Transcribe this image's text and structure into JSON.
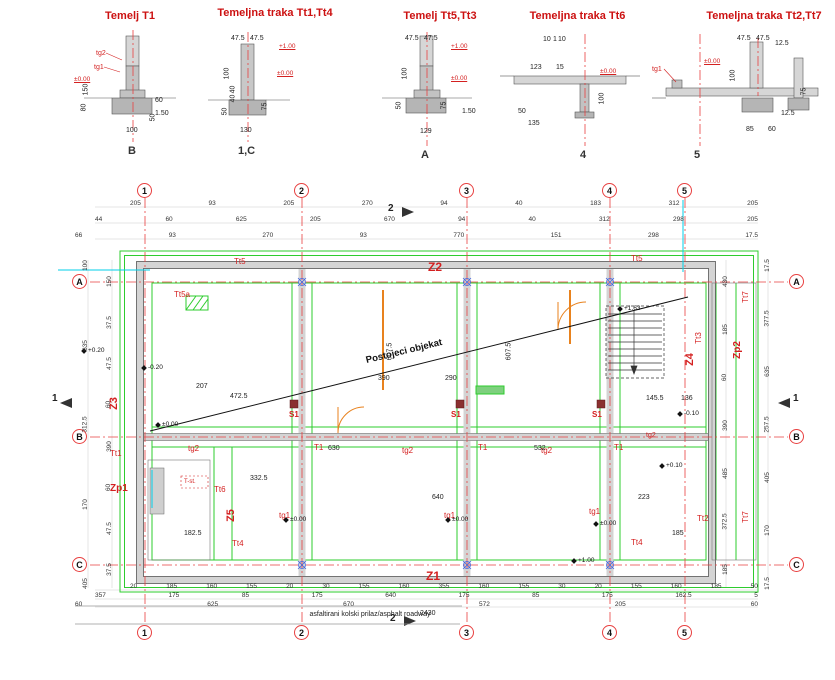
{
  "details": [
    {
      "title": "Temelj T1",
      "marker": "B",
      "tags": [
        "tg2",
        "tg1"
      ],
      "elev": [
        "±0.00"
      ],
      "dims": [
        "150",
        "80",
        "100",
        "50",
        "1.50",
        "60"
      ]
    },
    {
      "title": "Temeljna traka Tt1,Tt4",
      "marker": "1,C",
      "tags": [],
      "elev": [
        "+1.00",
        "±0.00"
      ],
      "dims": [
        "47.5",
        "47.5",
        "100",
        "40",
        "40",
        "75",
        "130",
        "50"
      ]
    },
    {
      "title": "Temelj Tt5,Tt3",
      "marker": "A",
      "tags": [],
      "elev": [
        "+1.00",
        "±0.00"
      ],
      "dims": [
        "47.5",
        "47.5",
        "100",
        "75",
        "50",
        "1.50",
        "129"
      ]
    },
    {
      "title": "Temeljna traka Tt6",
      "marker": "4",
      "tags": [],
      "elev": [
        "±0.00"
      ],
      "dims": [
        "10",
        "1",
        "10",
        "123",
        "15",
        "135",
        "100",
        "50"
      ]
    },
    {
      "title": "Temeljna traka Tt2,Tt7",
      "marker": "5",
      "tags": [
        "tg1"
      ],
      "elev": [
        "±0.00"
      ],
      "dims": [
        "47.5",
        "47.5",
        "12.5",
        "100",
        "85",
        "60",
        "12.5",
        "75"
      ]
    }
  ],
  "grid": {
    "cols": [
      "1",
      "2",
      "3",
      "4",
      "5"
    ],
    "rows": [
      "A",
      "B",
      "C"
    ]
  },
  "zones": {
    "z1": "Z1",
    "z2": "Z2",
    "z3": "Z3",
    "z4": "Z4",
    "z5": "Z5",
    "zp1": "Zp1",
    "zp2": "Zp2"
  },
  "strips": {
    "tt1": "Tt1",
    "tt2": "Tt2",
    "tt3": "Tt3",
    "tt4": "Tt4",
    "tt5": "Tt5",
    "tt5a": "Tt5a",
    "tt6": "Tt6",
    "tt7": "Tt7",
    "t1": "T1",
    "s1": "S1",
    "tg1": "tg1",
    "tg2": "tg2",
    "tst": "T-st."
  },
  "elevations": {
    "p020": "+0.20",
    "m020": "-0.20",
    "pm000": "±0.00",
    "p163": "+1.63",
    "m010": "-0.10",
    "p100": "+1.00",
    "p010": "+0.10"
  },
  "annotations": {
    "existing_building": "Postojeci objekat",
    "road": "asfaltirani kolski prilaz/asphalt roadway",
    "section1": "1",
    "section2": "2"
  },
  "dims": {
    "top1": [
      "205",
      "93",
      "205",
      "270",
      "94",
      "40",
      "183",
      "312",
      "205"
    ],
    "top2": [
      "44",
      "60",
      "625",
      "205",
      "670",
      "94",
      "40",
      "312",
      "298",
      "205"
    ],
    "top3": [
      "66",
      "93",
      "270",
      "93",
      "770",
      "151",
      "298",
      "17.5"
    ],
    "bottom1": [
      "20",
      "185",
      "160",
      "155",
      "20",
      "30",
      "155",
      "160",
      "355",
      "160",
      "155",
      "30",
      "20",
      "155",
      "160",
      "185",
      "50"
    ],
    "bottom2": [
      "357",
      "175",
      "85",
      "175",
      "640",
      "175",
      "85",
      "175",
      "162.5",
      "5"
    ],
    "bottom3": [
      "60",
      "625",
      "670",
      "572",
      "205",
      "60"
    ],
    "total": "2430",
    "left_outer": [
      "100",
      "635",
      "312.5",
      "170",
      "405"
    ],
    "left_inner": [
      "150",
      "37.5",
      "47.5",
      "60",
      "390",
      "60",
      "47.5",
      "37.5"
    ],
    "right_outer": [
      "17.5",
      "377.5",
      "635",
      "257.5",
      "405",
      "170",
      "17.5"
    ],
    "right_inner": [
      "430",
      "185",
      "60",
      "390",
      "485",
      "372.5",
      "185"
    ],
    "inner": [
      "207",
      "472.5",
      "607.5",
      "390",
      "290",
      "607.5",
      "145.5",
      "136",
      "630",
      "532",
      "640",
      "223",
      "332.5",
      "182.5",
      "185"
    ]
  },
  "colors": {
    "grid_red": "#e84040",
    "foundation_green": "#2ecc2e",
    "label_red": "#d42020",
    "door_orange": "#e8821e",
    "cyan": "#00cfe8"
  }
}
